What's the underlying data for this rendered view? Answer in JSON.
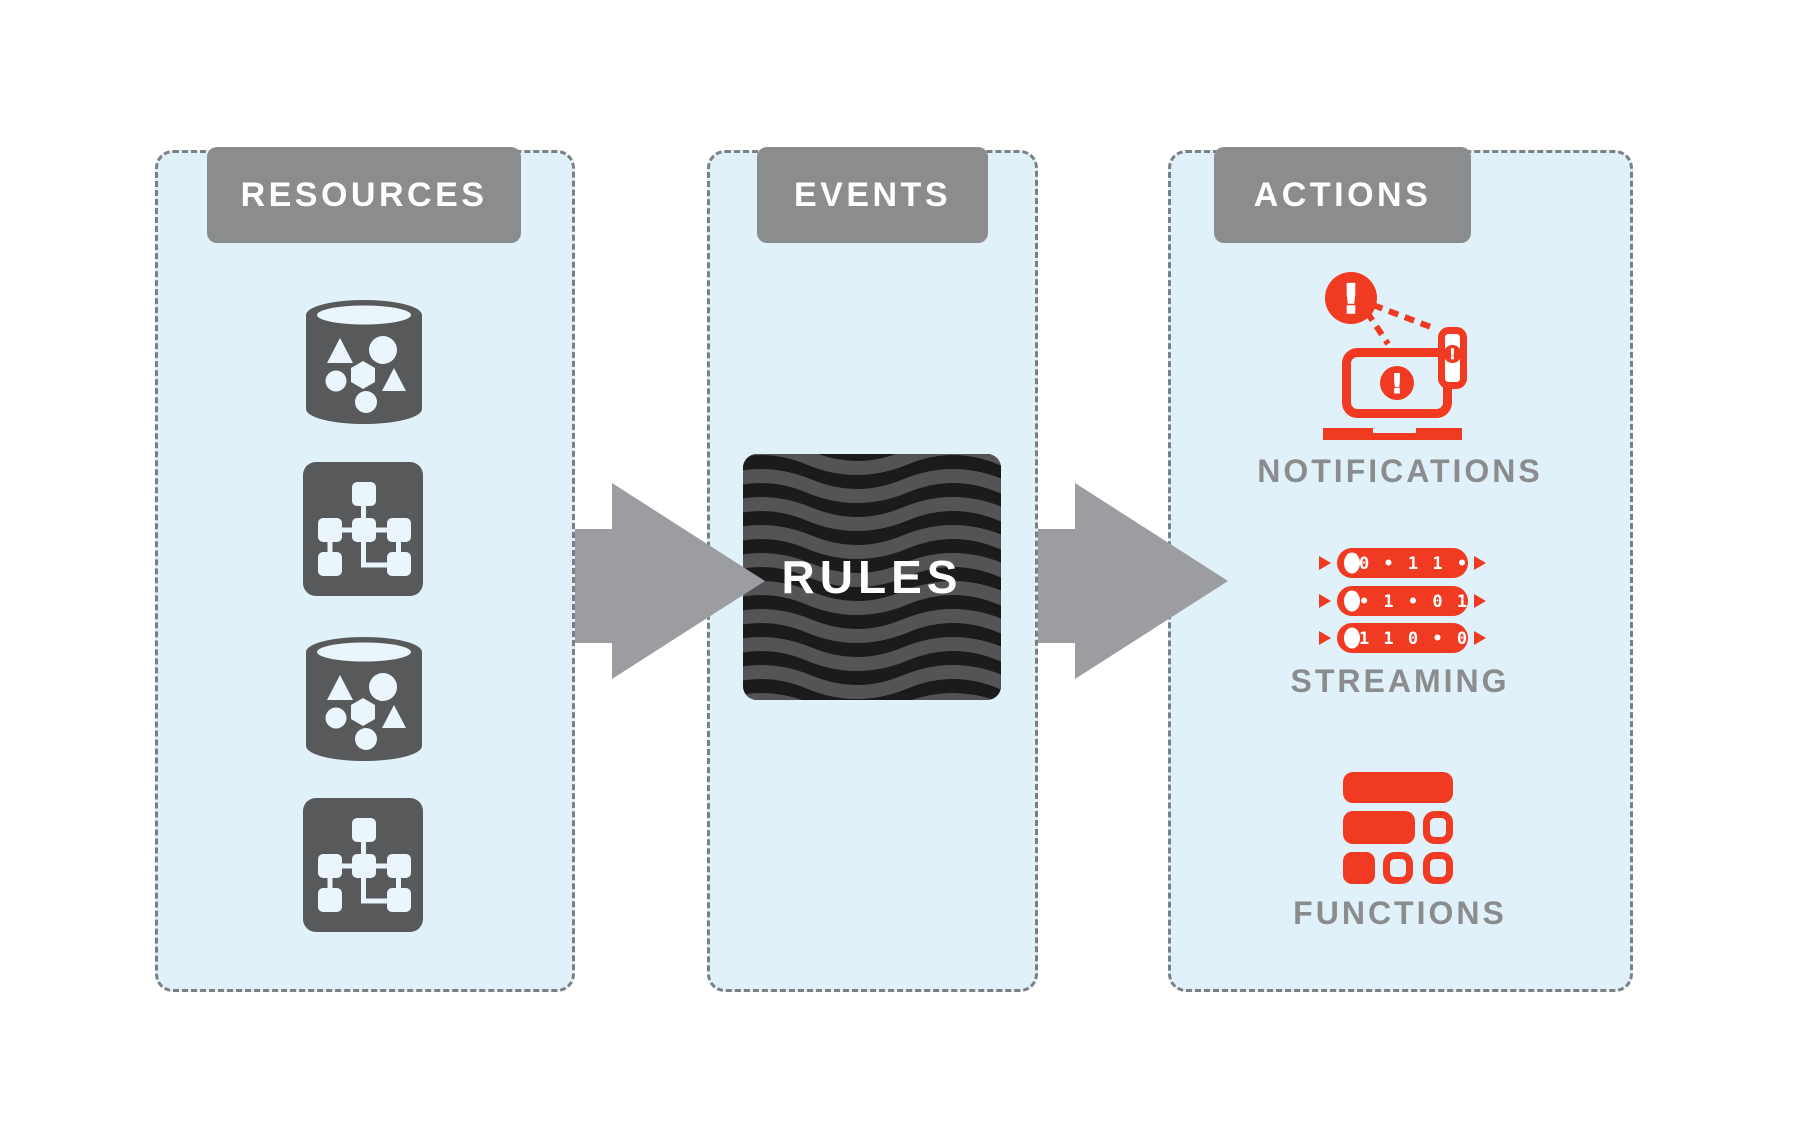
{
  "colors": {
    "panel_bg": "#e0f1f9",
    "panel_border": "#7d8083",
    "header_bg": "#8a8c8e",
    "header_text": "#ffffff",
    "resource_icon_gray": "#58595b",
    "arrow_gray": "#9b9da0",
    "accent_red": "#f03a21",
    "rules_bg": "#1b1b1b",
    "rules_wave_gray": "#545456",
    "action_label_gray": "#8a8c8e"
  },
  "panels": {
    "resources": {
      "title": "RESOURCES",
      "icons": [
        "database-icon",
        "flowchart-icon",
        "database-icon",
        "flowchart-icon"
      ]
    },
    "events": {
      "title": "EVENTS",
      "rules_label": "RULES"
    },
    "actions": {
      "title": "ACTIONS",
      "notifications": {
        "label": "NOTIFICATIONS",
        "icon": "alert-devices-icon",
        "alert_glyph": "!"
      },
      "streaming": {
        "label": "STREAMING",
        "icon": "binary-stream-icon",
        "streams": [
          "0 • 1 1 •",
          "• 1 • 0 1",
          "1 1 0 • 0"
        ]
      },
      "functions": {
        "label": "FUNCTIONS",
        "icon": "blocks-icon"
      }
    }
  }
}
